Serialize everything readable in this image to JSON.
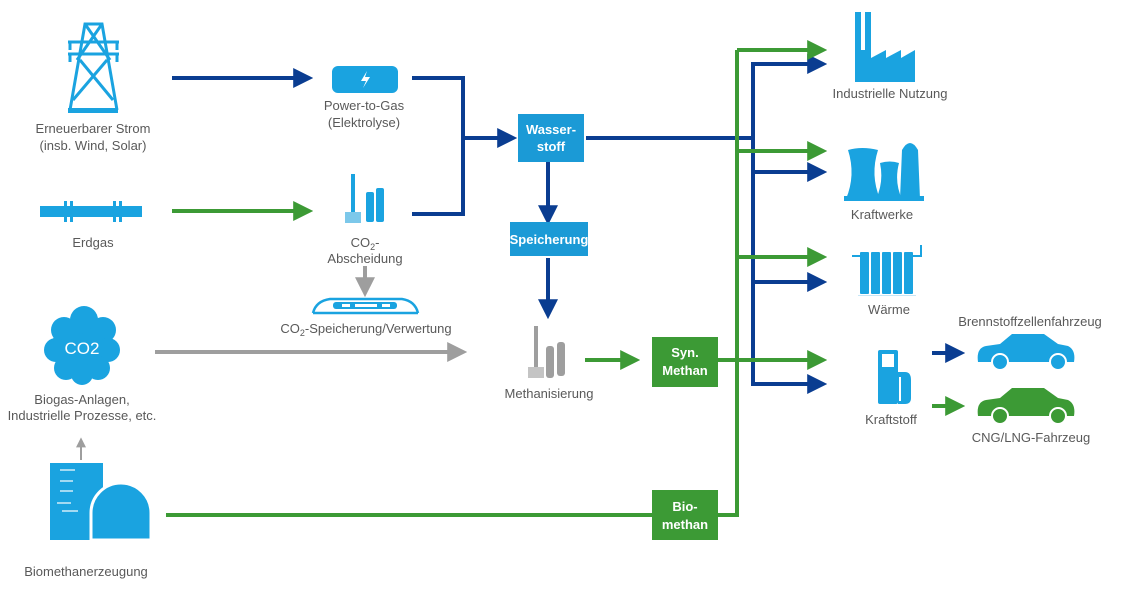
{
  "colors": {
    "icon": "#1aa3e0",
    "hydrogen_flow": "#0a3d91",
    "methane_flow": "#3c9a35",
    "co2_flow": "#9e9e9e",
    "box_blue": "#1b9ad6",
    "box_green": "#3c9a35",
    "text": "#595959"
  },
  "sources": {
    "strom": {
      "line1": "Erneuerbarer Strom",
      "line2": "(insb. Wind, Solar)",
      "icon": "power-pylon-icon"
    },
    "erdgas": {
      "label": "Erdgas",
      "icon": "pipeline-icon"
    },
    "co2": {
      "icon_text": "CO2",
      "line1": "Biogas-Anlagen,",
      "line2": "Industrielle Prozesse, etc.",
      "icon": "co2-cloud-icon"
    },
    "biomethan": {
      "label": "Biomethanerzeugung",
      "icon": "biogas-plant-icon"
    }
  },
  "processes": {
    "ptg": {
      "line1": "Power-to-Gas",
      "line2": "(Elektrolyse)",
      "icon": "electrolyser-icon"
    },
    "co2_capture": {
      "line1_main": "CO",
      "line1_sub": "2",
      "line1_tail": "-",
      "line2": "Abscheidung",
      "icon": "industry-plant-icon"
    },
    "co2_storage": {
      "main": "CO",
      "sub": "2",
      "tail": "-Speicherung/Verwertung",
      "icon": "storage-tank-icon"
    },
    "methanisierung": {
      "label": "Methanisierung",
      "icon": "industry-plant-icon"
    }
  },
  "boxes": {
    "wasserstoff": {
      "line1": "Wasser-",
      "line2": "stoff"
    },
    "speicherung": {
      "label": "Speicherung"
    },
    "syn_methan": {
      "line1": "Syn.",
      "line2": "Methan"
    },
    "bio_methan": {
      "line1": "Bio-",
      "line2": "methan"
    }
  },
  "sinks": {
    "industrie": {
      "label": "Industrielle Nutzung",
      "icon": "factory-icon"
    },
    "kraftwerke": {
      "label": "Kraftwerke",
      "icon": "power-plant-icon"
    },
    "waerme": {
      "label": "Wärme",
      "icon": "radiator-icon"
    },
    "kraftstoff": {
      "label": "Kraftstoff",
      "icon": "fuel-pump-icon"
    },
    "fcev": {
      "label": "Brennstoffzellenfahrzeug",
      "icon": "car-icon"
    },
    "cng": {
      "label": "CNG/LNG-Fahrzeug",
      "icon": "car-icon"
    }
  }
}
